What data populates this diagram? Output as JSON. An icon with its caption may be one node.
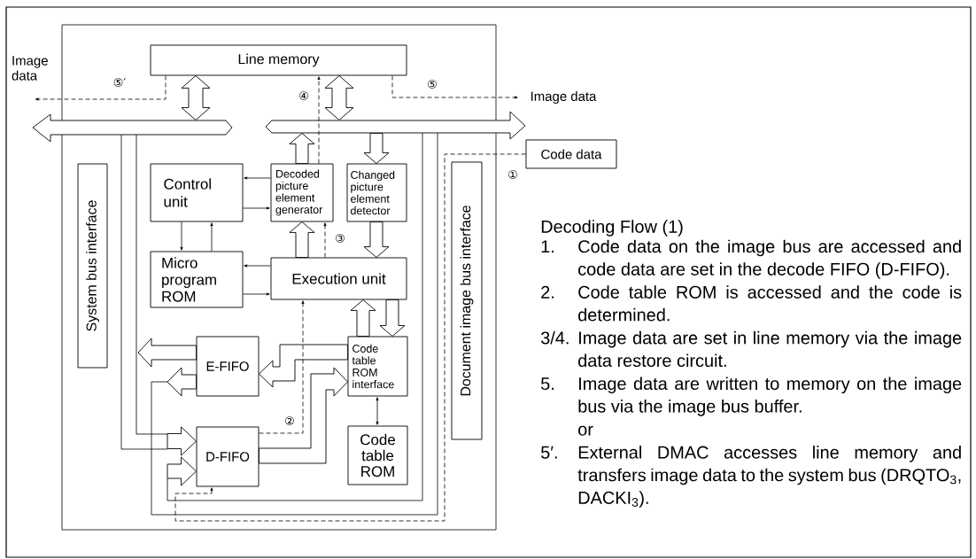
{
  "diagram": {
    "nodes": [
      {
        "text": [
          "Line memory"
        ]
      },
      {
        "text": [
          "Control unit"
        ]
      },
      {
        "text": [
          "Decoded picture element generator"
        ]
      },
      {
        "text": [
          "Changed picture element detector"
        ]
      },
      {
        "text": [
          "Micro program ROM"
        ]
      },
      {
        "text": [
          "Execution unit"
        ]
      },
      {
        "text": [
          "E-FIFO"
        ]
      },
      {
        "text": [
          "Code table ROM interface"
        ]
      },
      {
        "text": [
          "D-FIFO"
        ]
      },
      {
        "text": [
          "Code table ROM"
        ]
      },
      {
        "text": [
          "System bus interface"
        ]
      },
      {
        "text": [
          "Document image bus interface"
        ]
      },
      {
        "text": [
          "Code data"
        ]
      },
      {
        "text": [
          "Image data"
        ]
      },
      {
        "text": [
          "Image data"
        ]
      },
      {
        "text": [],
        "shape": "bar"
      },
      {
        "text": [],
        "shape": "bar"
      }
    ],
    "edges": [
      {
        "from": 2,
        "to": 1,
        "arrow": "to"
      },
      {
        "from": 1,
        "to": 2,
        "arrow": "to"
      },
      {
        "from": 1,
        "to": 4,
        "arrow": "to"
      },
      {
        "from": 4,
        "to": 1,
        "arrow": "to"
      },
      {
        "from": 5,
        "to": 4,
        "arrow": "to"
      },
      {
        "from": 4,
        "to": 5,
        "arrow": "to"
      },
      {
        "from": 5,
        "to": 2,
        "arrow": "to",
        "style": "thick"
      },
      {
        "from": 2,
        "to": 16,
        "arrow": "to",
        "style": "thick"
      },
      {
        "from": 16,
        "to": 3,
        "arrow": "to",
        "style": "thick"
      },
      {
        "from": 3,
        "to": 5,
        "arrow": "to",
        "style": "thick"
      },
      {
        "from": 7,
        "to": 5,
        "arrow": "to",
        "style": "thick"
      },
      {
        "from": 5,
        "to": 7,
        "arrow": "to",
        "style": "thick"
      },
      {
        "from": 7,
        "to": 9,
        "arrow": "both"
      },
      {
        "from": 0,
        "to": 15,
        "arrow": "both",
        "style": "thick"
      },
      {
        "from": 0,
        "to": 16,
        "arrow": "both",
        "style": "thick"
      },
      {
        "from": 7,
        "to": 6,
        "arrow": "to",
        "style": "thick"
      },
      {
        "from": 8,
        "to": 7,
        "arrow": "to",
        "style": "thick"
      },
      {
        "from": 6,
        "to": null,
        "arrow": "to",
        "style": "thick"
      },
      {
        "from": 6,
        "to": null,
        "arrow": "to",
        "style": "thick"
      },
      {
        "from": null,
        "to": 8,
        "arrow": "to",
        "style": "thick"
      },
      {
        "from": null,
        "to": 8,
        "arrow": "to",
        "style": "thick"
      },
      {
        "from": 12,
        "to": 8,
        "arrow": "to",
        "style": "dashed",
        "label": "①"
      },
      {
        "from": 8,
        "to": 5,
        "arrow": "to",
        "style": "dashed",
        "label": "②"
      },
      {
        "from": 5,
        "to": 2,
        "arrow": "to",
        "style": "dashed",
        "label": "③"
      },
      {
        "from": 2,
        "to": 0,
        "arrow": "to",
        "style": "dashed",
        "label": "④"
      },
      {
        "from": 0,
        "to": 14,
        "arrow": "to",
        "style": "dashed",
        "label": "⑤"
      },
      {
        "from": 0,
        "to": 13,
        "arrow": "to",
        "style": "dashed",
        "label": "⑤′"
      }
    ],
    "labels": [
      "Decoding Flow (1)",
      "1.",
      "Code data on the image bus are accessed and code data are set in the decode FIFO (D-FIFO).",
      "2.",
      "Code table ROM is accessed and the code is determined.",
      "3/4.",
      "Image data are set in line memory via the image data restore circuit.",
      "5.",
      "Image data are written to memory on the image bus via the image bus buffer.",
      "or",
      "5′.",
      "External DMAC accesses line memory and transfers image data to the system bus (DRQTO$_{3}$, DACKI$_{3}$)."
    ]
  }
}
